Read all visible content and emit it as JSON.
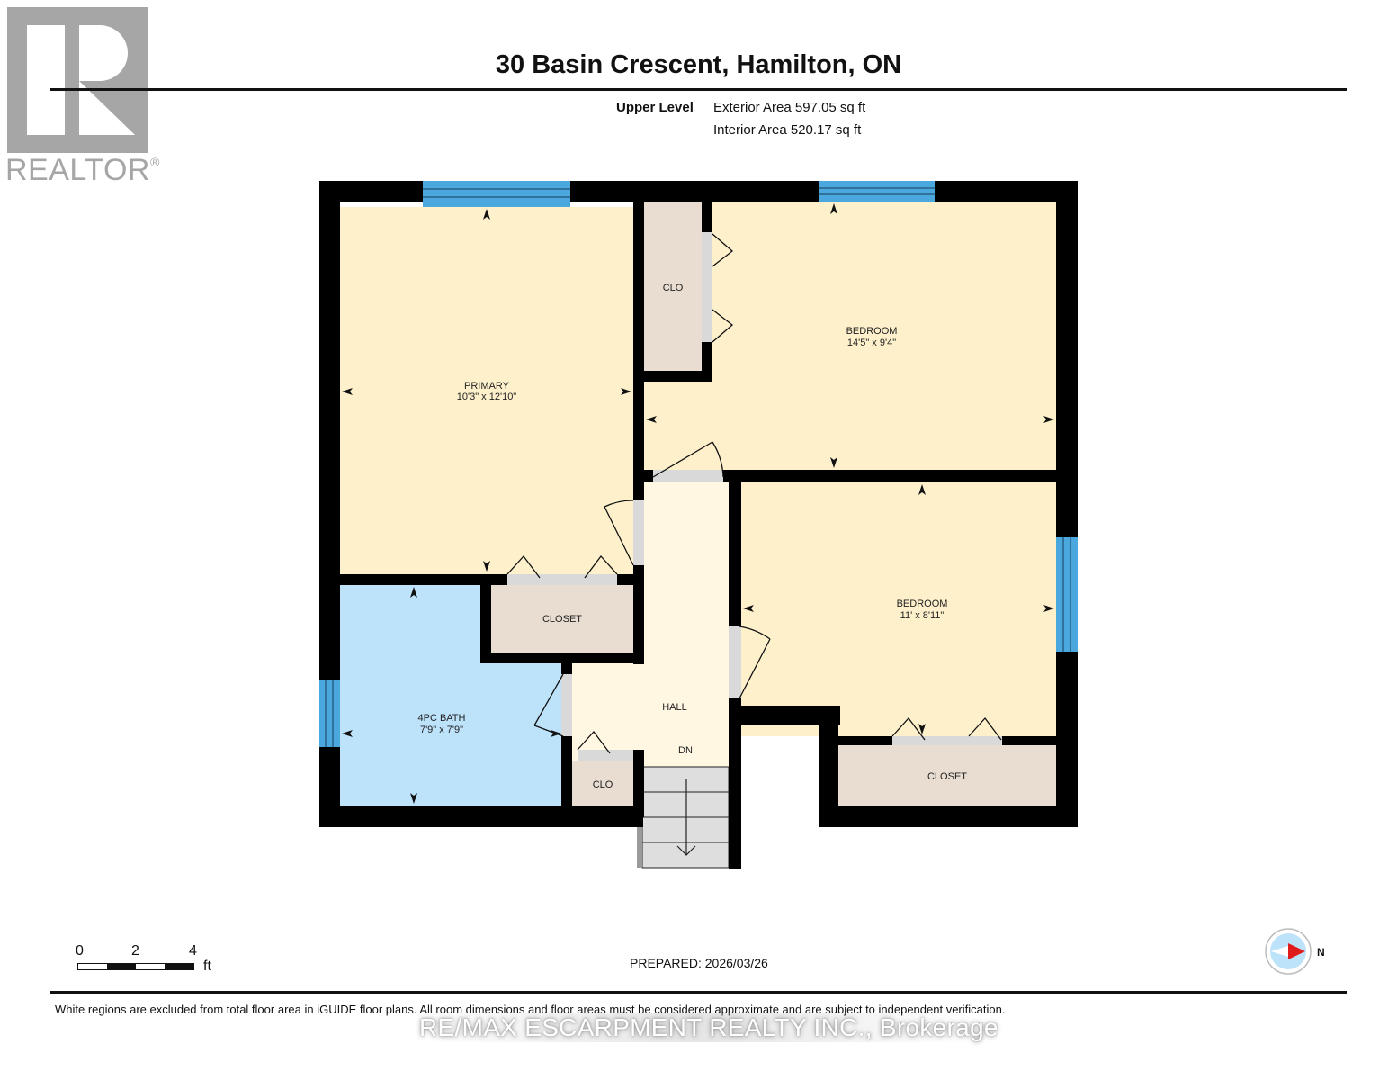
{
  "logo": {
    "text": "REALTOR",
    "mark": "®"
  },
  "header": {
    "title": "30 Basin Crescent, Hamilton, ON",
    "level": "Upper Level",
    "exterior_area": "Exterior Area 597.05 sq ft",
    "interior_area": "Interior Area 520.17 sq ft"
  },
  "rooms": {
    "primary": {
      "name": "PRIMARY",
      "dims": "10'3\" x 12'10\"",
      "color": "#fdf0cb"
    },
    "bedroom1": {
      "name": "BEDROOM",
      "dims": "14'5\" x 9'4\"",
      "color": "#fdf0cb"
    },
    "bedroom2": {
      "name": "BEDROOM",
      "dims": "11' x 8'11\"",
      "color": "#fdf0cb"
    },
    "bath": {
      "name": "4PC BATH",
      "dims": "7'9\" x 7'9\"",
      "color": "#bde3fb"
    },
    "hall": {
      "name": "HALL",
      "color": "#fff7e1"
    },
    "stairs": {
      "label": "DN",
      "color": "#dedede"
    },
    "clo_top": {
      "name": "CLO",
      "color": "#e8ddd0"
    },
    "closet_primary": {
      "name": "CLOSET",
      "color": "#e8ddd0"
    },
    "clo_hall": {
      "name": "CLO",
      "color": "#e8ddd0"
    },
    "closet_bedroom2": {
      "name": "CLOSET",
      "color": "#e8ddd0"
    }
  },
  "colors": {
    "wall": "#000000",
    "window": "#4aa8df",
    "door_opening": "#d9d9d9"
  },
  "scale": {
    "ticks": [
      "0",
      "2",
      "4"
    ],
    "unit": "ft"
  },
  "prepared": "PREPARED: 2026/03/26",
  "compass": {
    "label": "N"
  },
  "disclaimer": "White regions are excluded from total floor area in iGUIDE floor plans. All room dimensions and floor areas must be considered approximate and are subject to independent verification.",
  "watermark": "RE/MAX ESCARPMENT REALTY INC., Brokerage"
}
